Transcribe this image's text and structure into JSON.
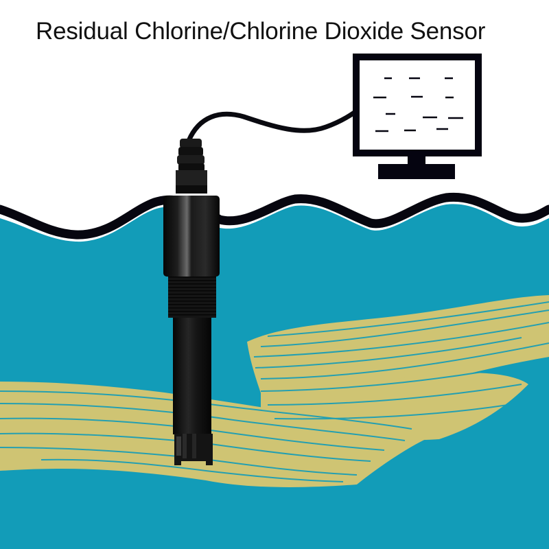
{
  "title": "Residual Chlorine/Chlorine Dioxide Sensor",
  "colors": {
    "background": "#ffffff",
    "water": "#129CB8",
    "wave_outline": "#07060F",
    "brush_strokes": "#CFC473",
    "sensor_body": "#141414",
    "monitor": "#050410"
  },
  "illustration": {
    "elements": [
      {
        "name": "sensor-probe",
        "description": "black cylindrical sensor with cable gland, threaded section and slotted tip"
      },
      {
        "name": "cable",
        "description": "black cable from sensor top to monitor"
      },
      {
        "name": "monitor-icon",
        "description": "computer monitor outline with dash readings on screen"
      },
      {
        "name": "water-surface",
        "description": "teal water with black wavy outline"
      },
      {
        "name": "brush-strokes",
        "description": "gold brushed texture bands in the water"
      }
    ]
  }
}
